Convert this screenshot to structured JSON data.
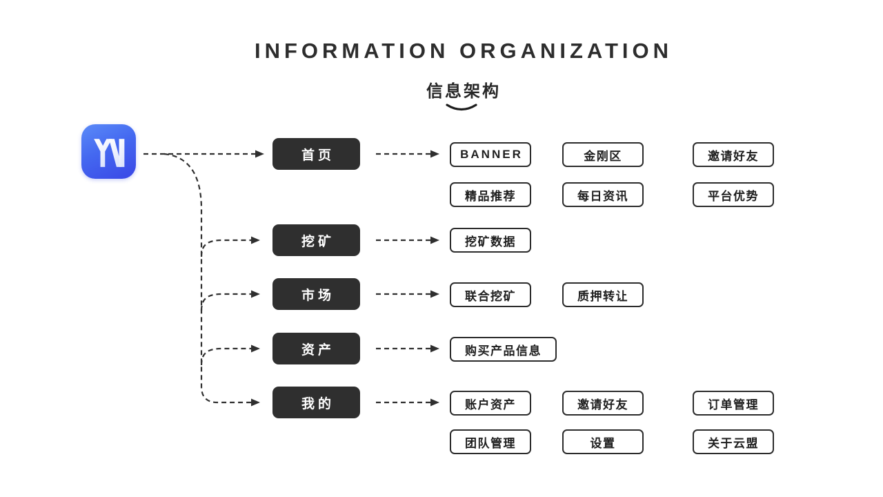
{
  "header": {
    "title": "INFORMATION ORGANIZATION",
    "subtitle": "信息架构"
  },
  "app": {
    "icon": "ym-app-icon"
  },
  "nodes": [
    {
      "label": "首页",
      "children": [
        "BANNER",
        "金刚区",
        "邀请好友",
        "精品推荐",
        "每日资讯",
        "平台优势"
      ]
    },
    {
      "label": "挖矿",
      "children": [
        "挖矿数据"
      ]
    },
    {
      "label": "市场",
      "children": [
        "联合挖矿",
        "质押转让"
      ]
    },
    {
      "label": "资产",
      "children": [
        "购买产品信息"
      ]
    },
    {
      "label": "我的",
      "children": [
        "账户资产",
        "邀请好友",
        "订单管理",
        "团队管理",
        "设置",
        "关于云盟"
      ]
    }
  ],
  "colors": {
    "icon_gradient_start": "#5b8bf8",
    "icon_gradient_end": "#3a47e6",
    "node_background": "#2f2f2f",
    "line_and_border": "#2f2f2f",
    "text": "#1e1e1e",
    "background": "#ffffff"
  }
}
